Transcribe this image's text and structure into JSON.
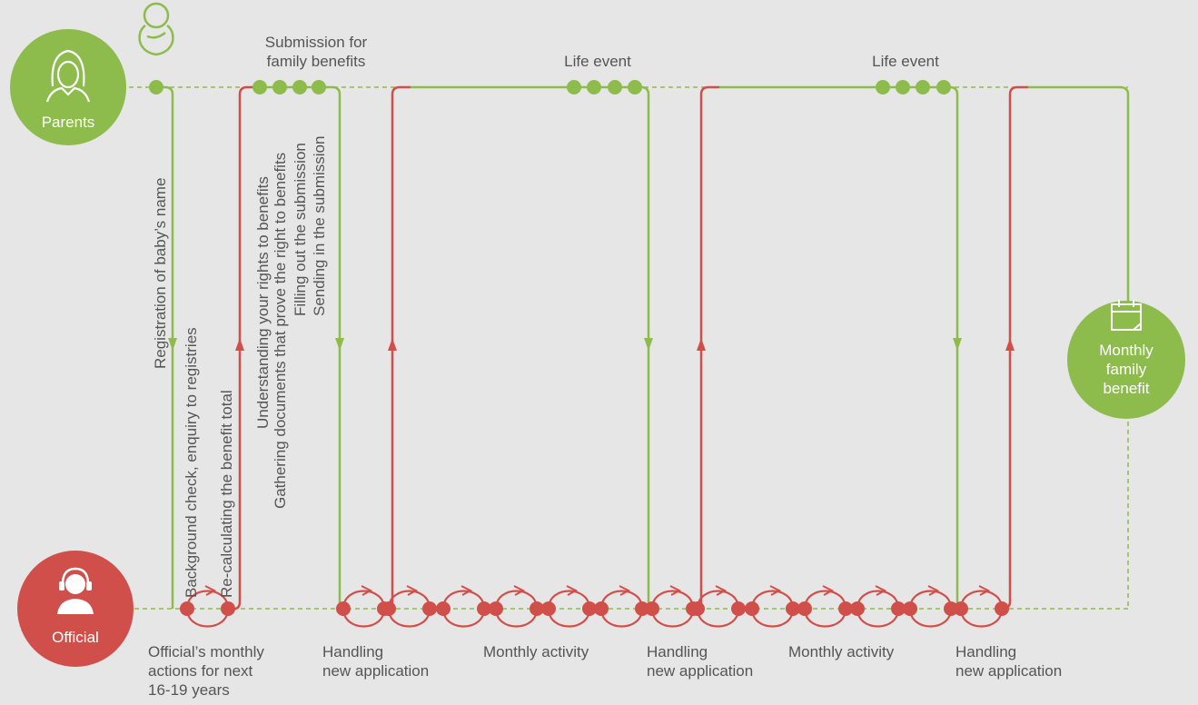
{
  "colors": {
    "green": "#8dbc4c",
    "red": "#d04f4a",
    "background": "#e6e6e6",
    "text": "#555555"
  },
  "actors": {
    "parents": {
      "label": "Parents",
      "icon": "woman-icon"
    },
    "official": {
      "label": "Official",
      "icon": "call-agent-icon"
    },
    "benefit": {
      "label_lines": [
        "Monthly",
        "family",
        "benefit"
      ],
      "icon": "calendar-icon"
    },
    "baby_icon": "baby-icon"
  },
  "top_labels": {
    "submission": [
      "Submission for",
      "family benefits"
    ],
    "life_event_1": "Life event",
    "life_event_2": "Life event"
  },
  "vertical_labels": {
    "registration": "Registration of baby’s name",
    "background_check": "Background check, enquiry to registries",
    "recalculating": "Re-calculating the benefit total",
    "understanding": "Understanding your rights to benefits",
    "gathering": "Gathering documents that prove the right to benefits",
    "filling": "Filling out the submission",
    "sending": "Sending in the submission"
  },
  "bottom_labels": {
    "official_monthly": [
      "Official’s monthly",
      "actions for next",
      "16-19 years"
    ],
    "handling_1": [
      "Handling",
      "new application"
    ],
    "monthly_1": "Monthly activity",
    "handling_2": [
      "Handling",
      "new application"
    ],
    "monthly_2": "Monthly activity",
    "handling_3": [
      "Handling",
      "new application"
    ]
  }
}
